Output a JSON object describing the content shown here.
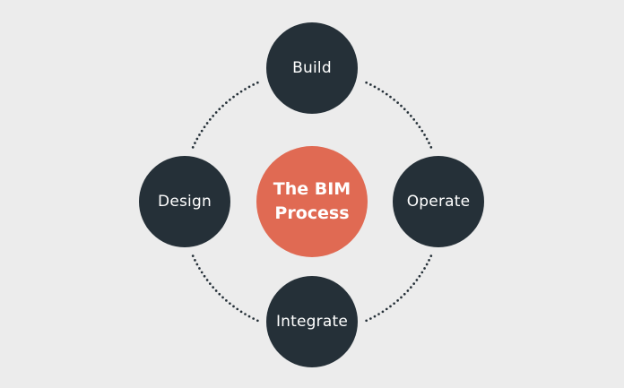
{
  "diagram": {
    "title": "The BIM Process",
    "center": {
      "line1": "The BIM",
      "line2": "Process"
    },
    "stages": [
      {
        "id": "build",
        "label": "Build"
      },
      {
        "id": "operate",
        "label": "Operate"
      },
      {
        "id": "integrate",
        "label": "Integrate"
      },
      {
        "id": "design",
        "label": "Design"
      }
    ],
    "connector_style": "dotted-circle"
  },
  "colors": {
    "background": "#ececec",
    "stage_fill": "#253038",
    "center_fill": "#e06a53",
    "text": "#ffffff",
    "connector": "#253038"
  }
}
